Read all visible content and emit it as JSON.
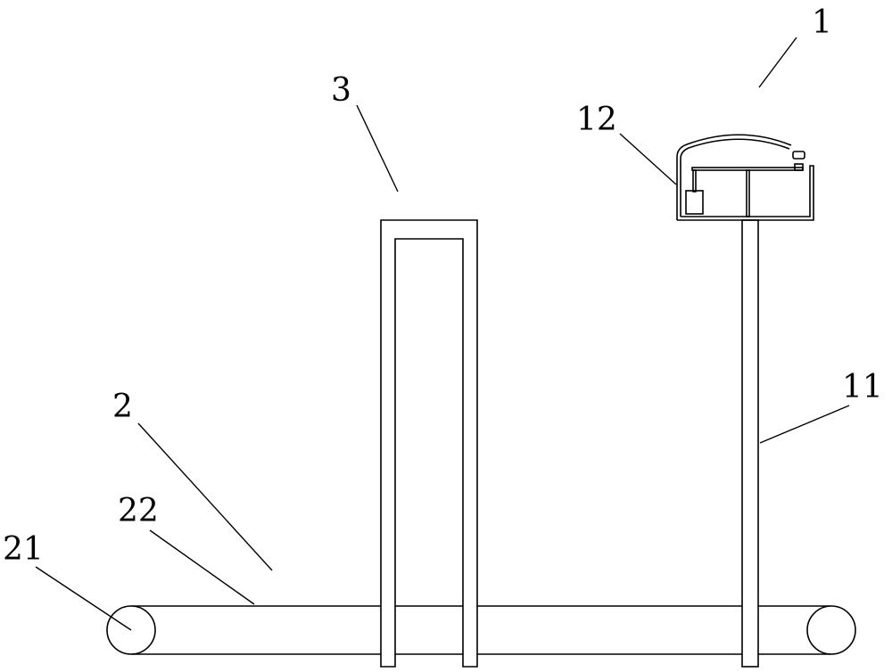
{
  "labels": {
    "device": "1",
    "pole": "11",
    "spray_unit": "12",
    "conveyor": "2",
    "roller": "21",
    "belt": "22",
    "frame": "3"
  }
}
